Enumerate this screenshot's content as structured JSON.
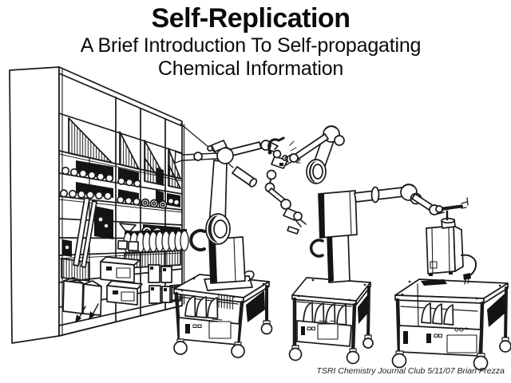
{
  "page": {
    "background": "#ffffff",
    "ink": "#1a1a1a"
  },
  "slide": {
    "title": "Self-Replication",
    "subtitle_line1": "A Brief Introduction To Self-propagating",
    "subtitle_line2": "Chemical Information",
    "credit": "TSRI Chemistry Journal Club 5/11/07 Brian Frezza"
  },
  "illustration": {
    "parts": [
      "supply-shelf",
      "large-robot-arm",
      "medium-robot-arm",
      "small-robot-under-assembly",
      "wheeled-cart-1",
      "wheeled-cart-2",
      "wheeled-cart-3"
    ]
  }
}
